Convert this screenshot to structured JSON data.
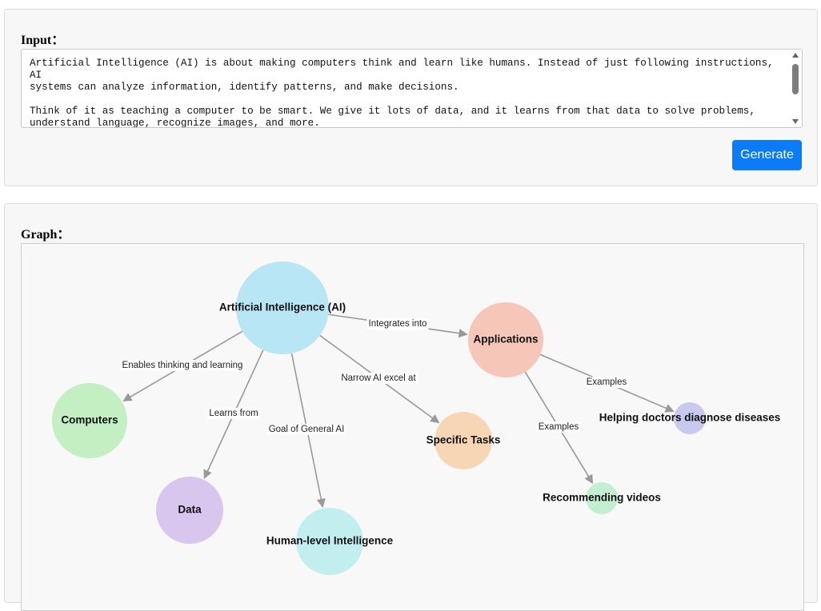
{
  "input": {
    "title": "Input：",
    "text": "Artificial Intelligence (AI) is about making computers think and learn like humans. Instead of just following instructions, AI\nsystems can analyze information, identify patterns, and make decisions.\n\nThink of it as teaching a computer to be smart. We give it lots of data, and it learns from that data to solve problems,\nunderstand language, recognize images, and more.",
    "generate_label": "Generate",
    "accent_color": "#0b7cf5"
  },
  "graph": {
    "title": "Graph：",
    "nodes": [
      {
        "id": "ai",
        "label": "Artificial Intelligence (AI)",
        "color": "#b8e6f5"
      },
      {
        "id": "apps",
        "label": "Applications",
        "color": "#f6c6b8"
      },
      {
        "id": "computers",
        "label": "Computers",
        "color": "#c3efc3"
      },
      {
        "id": "data",
        "label": "Data",
        "color": "#d8c6ee"
      },
      {
        "id": "human",
        "label": "Human-level Intelligence",
        "color": "#c2eef0"
      },
      {
        "id": "tasks",
        "label": "Specific Tasks",
        "color": "#f6d6b5"
      },
      {
        "id": "doctors",
        "label": "Helping doctors diagnose diseases",
        "color": "#c9c8ef"
      },
      {
        "id": "videos",
        "label": "Recommending videos",
        "color": "#c4eed2"
      }
    ],
    "edges": [
      {
        "from": "ai",
        "to": "apps",
        "label": "Integrates into"
      },
      {
        "from": "ai",
        "to": "computers",
        "label": "Enables thinking and learning"
      },
      {
        "from": "ai",
        "to": "data",
        "label": "Learns from"
      },
      {
        "from": "ai",
        "to": "human",
        "label": "Goal of General AI"
      },
      {
        "from": "ai",
        "to": "tasks",
        "label": "Narrow AI excel at"
      },
      {
        "from": "apps",
        "to": "doctors",
        "label": "Examples"
      },
      {
        "from": "apps",
        "to": "videos",
        "label": "Examples"
      }
    ]
  }
}
